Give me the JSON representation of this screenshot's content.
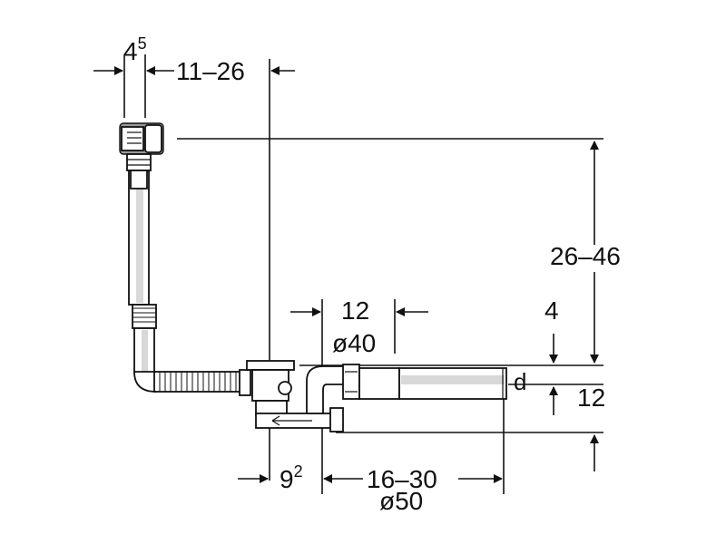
{
  "colors": {
    "line": "#111111",
    "fill": "#ffffff",
    "shade": "#d8d8d8"
  },
  "dimensions": {
    "d45_main": "4",
    "d45_sup": "5",
    "d_11_26": "11–26",
    "d_26_46": "26–46",
    "d_12_top": "12",
    "d_o40": "ø40",
    "d_4": "4",
    "d_d": "d",
    "d_12_right": "12",
    "d_92_main": "9",
    "d_92_sup": "2",
    "d_16_30": "16–30",
    "d_o50": "ø50"
  }
}
